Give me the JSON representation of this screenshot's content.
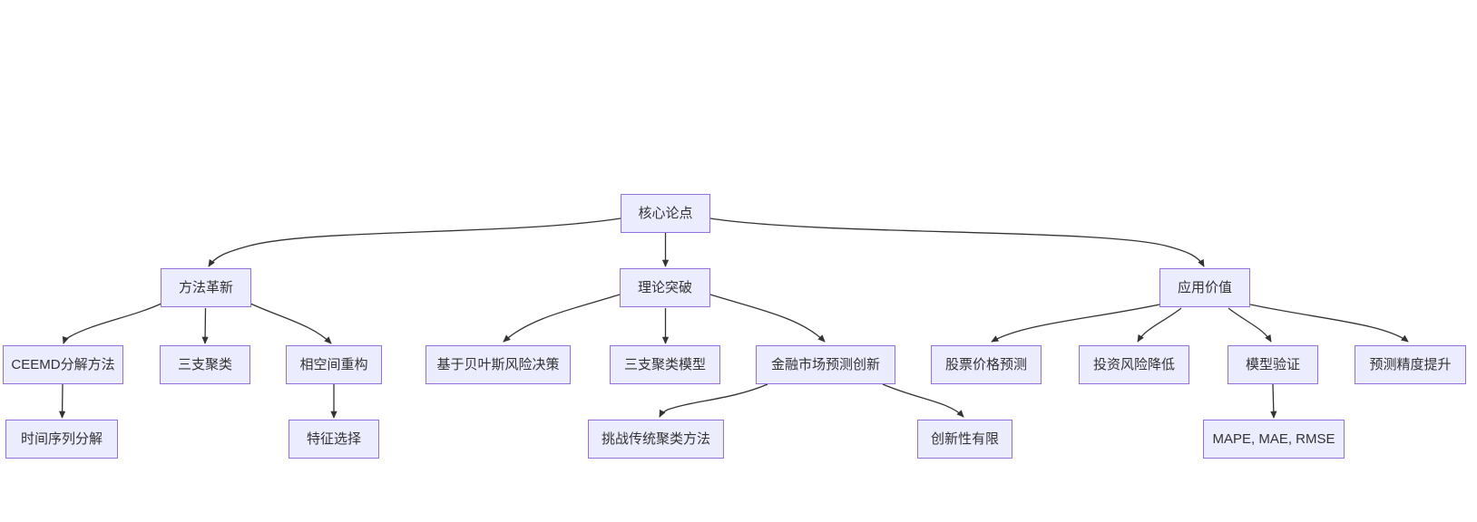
{
  "diagram": {
    "type": "flowchart-tree",
    "background_color": "#ffffff",
    "node_fill_color": "#ECECFF",
    "node_border_color": "#9370DB",
    "node_text_color": "#333333",
    "edge_color": "#333333",
    "nodes": [
      {
        "id": "core",
        "label": "核心论点"
      },
      {
        "id": "method",
        "label": "方法革新"
      },
      {
        "id": "theory",
        "label": "理论突破"
      },
      {
        "id": "application",
        "label": "应用价值"
      },
      {
        "id": "ceemd",
        "label": "CEEMD分解方法"
      },
      {
        "id": "threeway",
        "label": "三支聚类"
      },
      {
        "id": "phasespace",
        "label": "相空间重构"
      },
      {
        "id": "bayes",
        "label": "基于贝叶斯风险决策"
      },
      {
        "id": "twcmodel",
        "label": "三支聚类模型"
      },
      {
        "id": "fininnov",
        "label": "金融市场预测创新"
      },
      {
        "id": "stock",
        "label": "股票价格预测"
      },
      {
        "id": "risk",
        "label": "投资风险降低"
      },
      {
        "id": "modelval",
        "label": "模型验证"
      },
      {
        "id": "precision",
        "label": "预测精度提升"
      },
      {
        "id": "tsdecomp",
        "label": "时间序列分解"
      },
      {
        "id": "feature",
        "label": "特征选择"
      },
      {
        "id": "challenge",
        "label": "挑战传统聚类方法"
      },
      {
        "id": "limited",
        "label": "创新性有限"
      },
      {
        "id": "metrics",
        "label": "MAPE, MAE, RMSE"
      }
    ],
    "edges": [
      {
        "from": "核心论点",
        "to": "方法革新"
      },
      {
        "from": "核心论点",
        "to": "理论突破"
      },
      {
        "from": "核心论点",
        "to": "应用价值"
      },
      {
        "from": "方法革新",
        "to": "CEEMD分解方法"
      },
      {
        "from": "方法革新",
        "to": "三支聚类"
      },
      {
        "from": "方法革新",
        "to": "相空间重构"
      },
      {
        "from": "CEEMD分解方法",
        "to": "时间序列分解"
      },
      {
        "from": "相空间重构",
        "to": "特征选择"
      },
      {
        "from": "理论突破",
        "to": "基于贝叶斯风险决策"
      },
      {
        "from": "理论突破",
        "to": "三支聚类模型"
      },
      {
        "from": "理论突破",
        "to": "金融市场预测创新"
      },
      {
        "from": "金融市场预测创新",
        "to": "挑战传统聚类方法"
      },
      {
        "from": "金融市场预测创新",
        "to": "创新性有限"
      },
      {
        "from": "应用价值",
        "to": "股票价格预测"
      },
      {
        "from": "应用价值",
        "to": "投资风险降低"
      },
      {
        "from": "应用价值",
        "to": "模型验证"
      },
      {
        "from": "应用价值",
        "to": "预测精度提升"
      },
      {
        "from": "模型验证",
        "to": "MAPE, MAE, RMSE"
      }
    ]
  }
}
